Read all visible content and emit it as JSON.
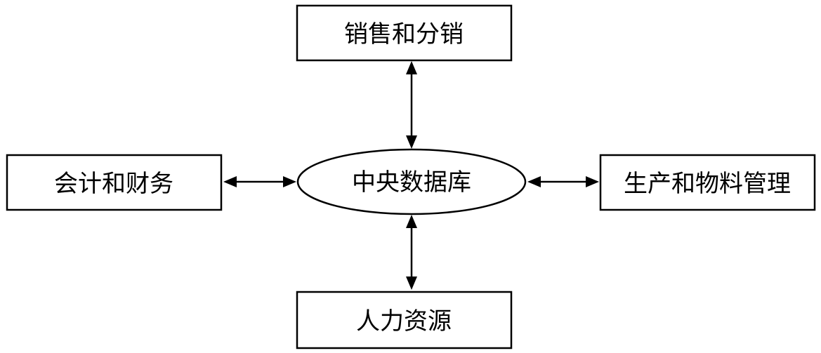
{
  "center": {
    "label": "中央数据库"
  },
  "nodes": {
    "top": {
      "label": "销售和分销"
    },
    "left": {
      "label": "会计和财务"
    },
    "right": {
      "label": "生产和物料管理"
    },
    "bottom": {
      "label": "人力资源"
    }
  },
  "colors": {
    "stroke": "#000000",
    "fill": "#ffffff"
  }
}
